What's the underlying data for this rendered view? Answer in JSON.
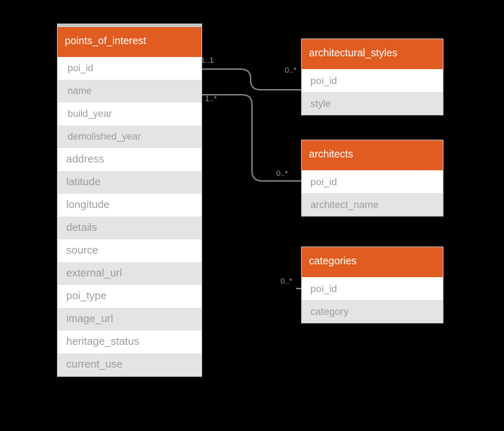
{
  "diagram": {
    "type": "er-diagram",
    "background_color": "#000000",
    "accent_color": "#e05c20",
    "header_text_color": "#ffffff",
    "attribute_text_color": "#9b9b9b",
    "row_alt_color": "#e4e4e4",
    "connector_color": "#7f7f7f"
  },
  "entities": [
    {
      "id": "points_of_interest",
      "title": "points_of_interest",
      "attributes": [
        "poi_id",
        "name",
        "build_year",
        "demolished_year",
        "address",
        "latitude",
        "longitude",
        "details",
        "source",
        "external_url",
        "poi_type",
        "image_url",
        "heritage_status",
        "current_use"
      ]
    },
    {
      "id": "architectural_styles",
      "title": "architectural_styles",
      "attributes": [
        "poi_id",
        "style"
      ]
    },
    {
      "id": "architects",
      "title": "architects",
      "attributes": [
        "poi_id",
        "architect_name"
      ]
    },
    {
      "id": "categories",
      "title": "categories",
      "attributes": [
        "poi_id",
        "category"
      ]
    }
  ],
  "relationships": [
    {
      "id": "poi-to-architectural_styles",
      "from": "points_of_interest",
      "to": "architectural_styles",
      "source_cardinality": "1..1",
      "target_cardinality": "0..*"
    },
    {
      "id": "poi-to-architects",
      "from": "points_of_interest",
      "to": "architects",
      "source_cardinality": "1..*",
      "target_cardinality": "0..*"
    },
    {
      "id": "poi-to-categories",
      "from": "points_of_interest",
      "to": "categories",
      "source_cardinality": "",
      "target_cardinality": "0..*"
    }
  ]
}
